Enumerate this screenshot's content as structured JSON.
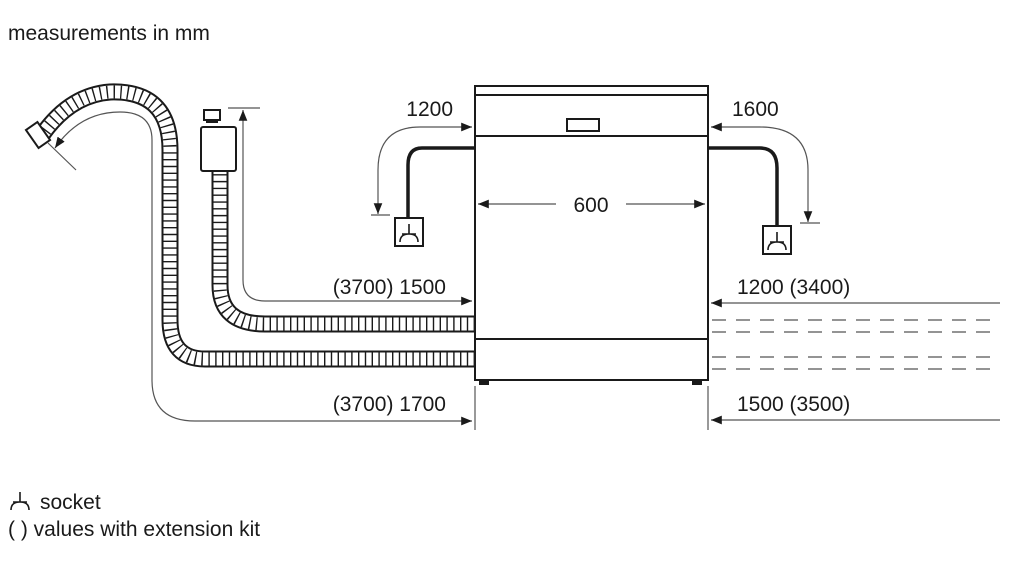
{
  "title": "measurements in mm",
  "dimensions": {
    "width": "600",
    "left_cord": "1200",
    "right_cord": "1600",
    "left_inlet": "(3700) 1500",
    "left_drain": "(3700) 1700",
    "right_inlet": "1200 (3400)",
    "right_drain": "1500 (3500)"
  },
  "legend": {
    "socket": "socket",
    "socket_icon": "socket-icon",
    "extension_symbol": "( )",
    "extension": "values with extension kit"
  }
}
